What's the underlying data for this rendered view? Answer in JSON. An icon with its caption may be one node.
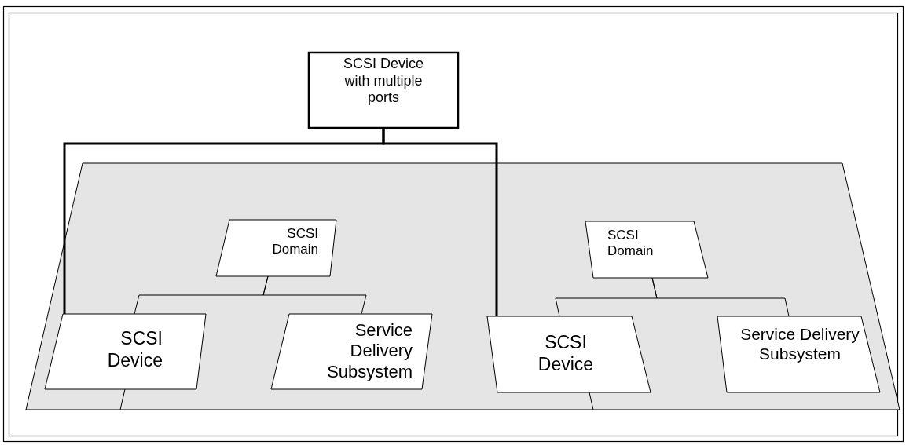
{
  "diagram": {
    "nodes": [
      {
        "text": [
          "SCSI Device with multiple ports"
        ]
      },
      {
        "text": [],
        "shape": "band"
      },
      {
        "text": [
          "SCSI Domain"
        ],
        "in": 1
      },
      {
        "text": [
          "SCSI Device"
        ],
        "in": 1
      },
      {
        "text": [
          "Service Delivery Subsystem"
        ],
        "in": 1
      },
      {
        "text": [
          "SCSI Domain"
        ],
        "in": 1
      },
      {
        "text": [
          "SCSI Device"
        ],
        "in": 1
      },
      {
        "text": [
          "Service Delivery Subsystem"
        ],
        "in": 1
      }
    ],
    "edges": [
      {
        "from": 0,
        "to": 3,
        "arrow": "none",
        "style": "thick"
      },
      {
        "from": 0,
        "to": 6,
        "arrow": "none",
        "style": "thick"
      },
      {
        "from": 2,
        "to": 3,
        "arrow": "none"
      },
      {
        "from": 2,
        "to": 4,
        "arrow": "none"
      },
      {
        "from": 3,
        "to": 1,
        "arrow": "none"
      },
      {
        "from": 5,
        "to": 6,
        "arrow": "none"
      },
      {
        "from": 5,
        "to": 7,
        "arrow": "none"
      },
      {
        "from": 6,
        "to": 1,
        "arrow": "none"
      }
    ]
  }
}
